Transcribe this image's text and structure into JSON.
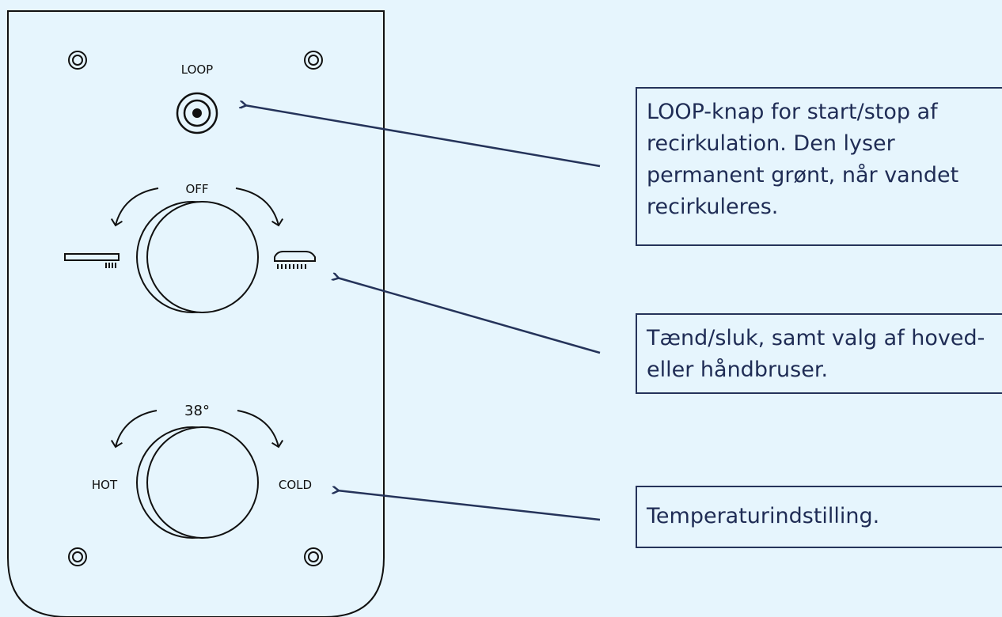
{
  "panel": {
    "loop_label": "LOOP",
    "off_label": "OFF",
    "temperature_label": "38°",
    "hot_label": "HOT",
    "cold_label": "COLD"
  },
  "callouts": {
    "loop": "LOOP-knap for start/stop af recirkulation. Den lyser permanent grønt, når vandet recirkuleres.",
    "main": "Tænd/sluk, samt valg af hoved- eller håndbruser.",
    "temperature": "Temperaturindstilling."
  },
  "colors": {
    "background": "#e6f5fd",
    "line": "#111111",
    "callout": "#25335a"
  }
}
